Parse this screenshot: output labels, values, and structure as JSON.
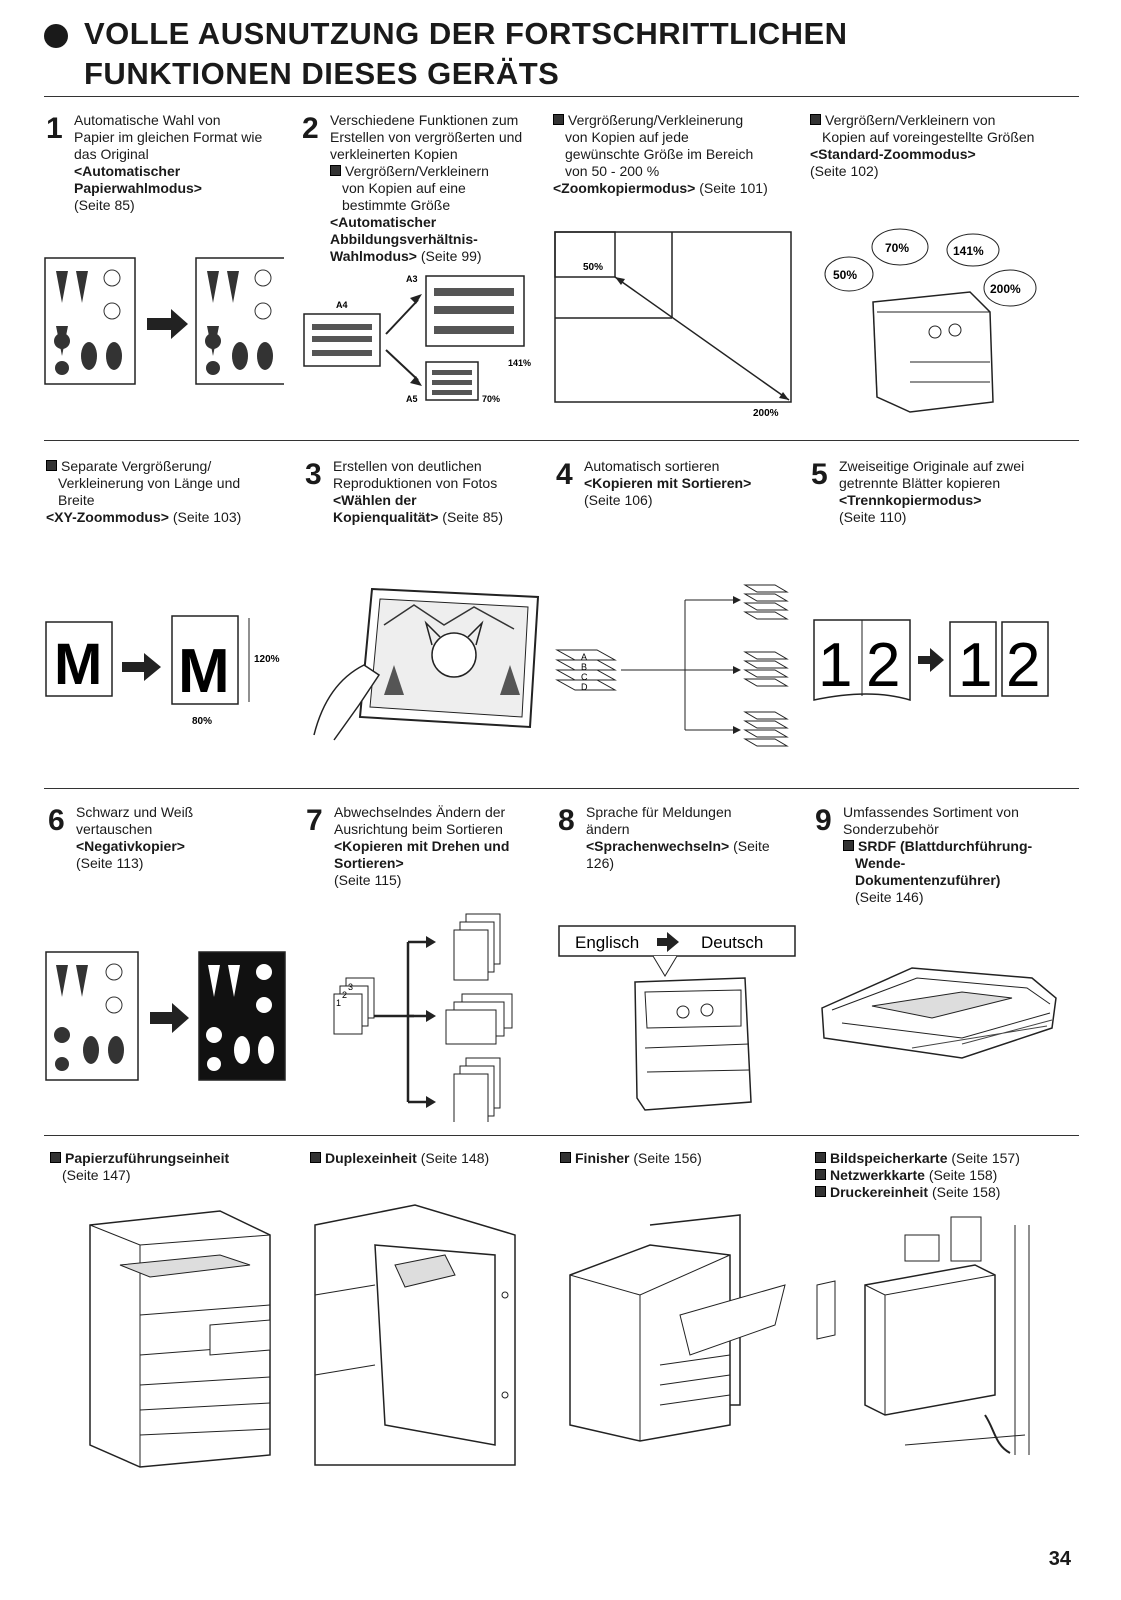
{
  "header": {
    "title_line1": "VOLLE AUSNUTZUNG DER FORTSCHRITTLICHEN",
    "title_line2": "FUNKTIONEN DIESES GERÄTS"
  },
  "row1": {
    "s1": {
      "num": "1",
      "l1": "Automatische Wahl von",
      "l2": "Papier im gleichen Format wie",
      "l3": "das Original",
      "b1": "<Automatischer",
      "b2": "Papierwahlmodus>",
      "page": "(Seite 85)"
    },
    "s2": {
      "num": "2",
      "l1": "Verschiedene Funktionen zum",
      "l2": "Erstellen von vergrößerten und",
      "l3": "verkleinerten Kopien",
      "sub1": "Vergrößern/Verkleinern",
      "sub2": "von Kopien auf eine",
      "sub3": "bestimmte Größe",
      "b1": "<Automatischer",
      "b2": "Abbildungsverhältnis-",
      "b3": "Wahlmodus>",
      "page": "(Seite 99)",
      "lbl_a3": "A3",
      "lbl_a4": "A4",
      "lbl_a5": "A5",
      "lbl_141": "141%",
      "lbl_70": "70%"
    },
    "s3": {
      "l1": "Vergrößerung/Verkleinerung",
      "l2": "von Kopien auf jede",
      "l3": "gewünschte Größe im Bereich",
      "l4": "von 50 - 200 %",
      "b1": "<Zoomkopiermodus>",
      "page": "(Seite 101)",
      "lbl_50": "50%",
      "lbl_200": "200%"
    },
    "s4": {
      "l1": "Vergrößern/Verkleinern von",
      "l2": "Kopien auf voreingestellte Größen",
      "b1": "<Standard-Zoommodus>",
      "page": "(Seite 102)",
      "bub_70": "70%",
      "bub_141": "141%",
      "bub_50": "50%",
      "bub_200": "200%"
    }
  },
  "row2": {
    "s1": {
      "l1": "Separate Vergrößerung/",
      "l2": "Verkleinerung von Länge und",
      "l3": "Breite",
      "b1": "<XY-Zoommodus>",
      "page": "(Seite 103)",
      "m1": "M",
      "m2": "M",
      "lbl_120": "120%",
      "lbl_80": "80%"
    },
    "s2": {
      "num": "3",
      "l1": "Erstellen von deutlichen",
      "l2": "Reproduktionen von Fotos",
      "b1": "<Wählen der",
      "b2": "Kopienqualität>",
      "page": "(Seite 85)"
    },
    "s3": {
      "num": "4",
      "l1": "Automatisch sortieren",
      "b1": "<Kopieren mit Sortieren>",
      "page": "(Seite 106)",
      "letters": [
        "A",
        "B",
        "C",
        "D"
      ]
    },
    "s4": {
      "num": "5",
      "l1": "Zweiseitige Originale auf zwei",
      "l2": "getrennte Blätter kopieren",
      "b1": "<Trennkopiermodus>",
      "page": "(Seite 110)",
      "d1": "1",
      "d2": "2",
      "d3": "1",
      "d4": "2"
    }
  },
  "row3": {
    "s1": {
      "num": "6",
      "l1": "Schwarz und Weiß",
      "l2": "vertauschen",
      "b1": "<Negativkopier>",
      "page": "(Seite 113)"
    },
    "s2": {
      "num": "7",
      "l1": "Abwechselndes Ändern der",
      "l2": "Ausrichtung beim Sortieren",
      "b1": "<Kopieren mit Drehen und",
      "b2": "Sortieren>",
      "page": "(Seite 115)",
      "n1": "1",
      "n2": "2",
      "n3": "3"
    },
    "s3": {
      "num": "8",
      "l1": "Sprache für Meldungen",
      "l2": "ändern",
      "b1": "<Sprachenwechseln>",
      "page": "(Seite",
      "page2": "126)",
      "lang_from": "Englisch",
      "lang_to": "Deutsch"
    },
    "s4": {
      "num": "9",
      "l1": "Umfassendes Sortiment von",
      "l2": "Sonderzubehör",
      "b1": "SRDF (Blattdurchführung-",
      "b2": "Wende-",
      "b3": "Dokumentenzuführer)",
      "page": "(Seite 146)"
    }
  },
  "row4": {
    "s1": {
      "b1": "Papierzuführungseinheit",
      "page": "(Seite 147)"
    },
    "s2": {
      "b1": "Duplexeinheit",
      "page": "(Seite 148)"
    },
    "s3": {
      "b1": "Finisher",
      "page": "(Seite 156)"
    },
    "s4": {
      "b1": "Bildspeicherkarte",
      "page1": "(Seite 157)",
      "b2": "Netzwerkkarte",
      "page2": "(Seite 158)",
      "b3": "Druckereinheit",
      "page3": "(Seite 158)"
    }
  },
  "footer": {
    "page_number": "34"
  }
}
